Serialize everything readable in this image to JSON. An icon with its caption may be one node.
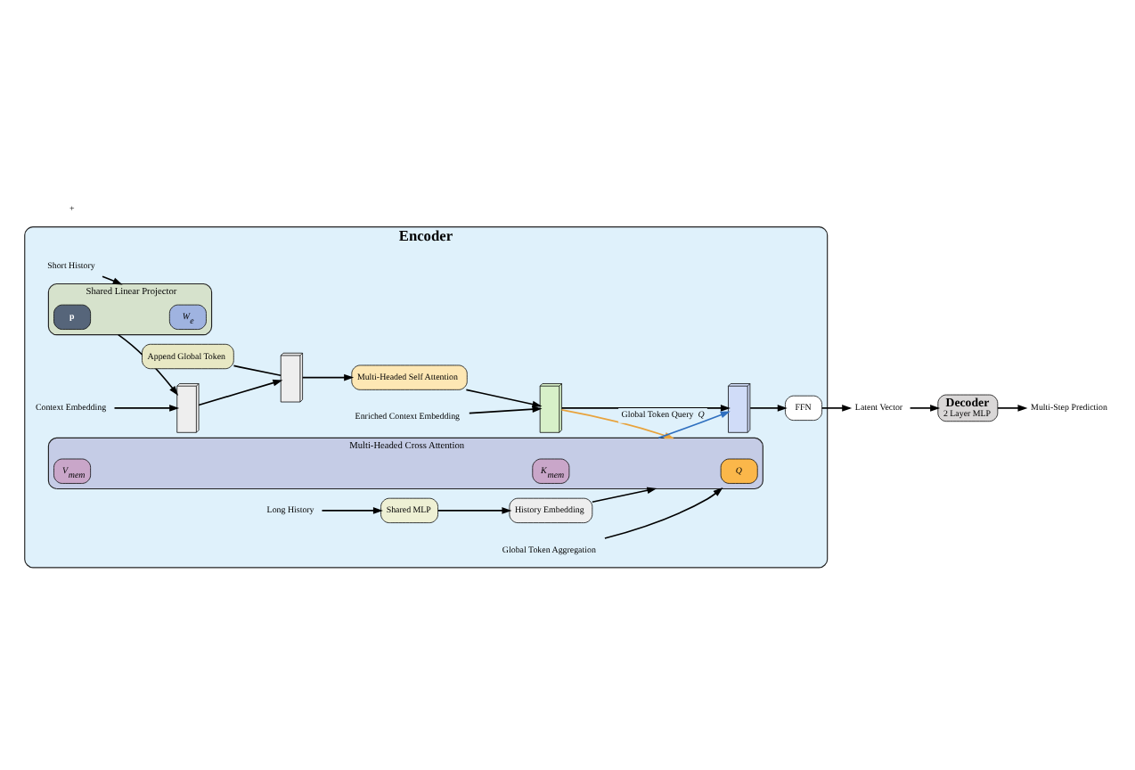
{
  "diagram": {
    "nodes": [
      {
        "text": [
          "Encoder"
        ]
      },
      {
        "text": [
          "Short History"
        ],
        "in": 0
      },
      {
        "text": [
          "Shared Linear Projector"
        ],
        "in": 0
      },
      {
        "text": [
          "W$_{e}$"
        ],
        "in": 2
      },
      {
        "text": [
          "p"
        ],
        "in": 2
      },
      {
        "text": [
          "Context Embedding"
        ],
        "in": 0
      },
      {
        "text": [],
        "shape": "bar",
        "in": 0
      },
      {
        "text": [],
        "shape": "bar",
        "in": 0
      },
      {
        "text": [
          "Append Global Token"
        ],
        "in": 0
      },
      {
        "text": [
          "Multi-Headed Self Attention"
        ],
        "in": 0
      },
      {
        "text": [],
        "shape": "bar",
        "in": 0
      },
      {
        "text": [
          "Enriched Context Embedding"
        ],
        "in": 0
      },
      {
        "text": [],
        "shape": "bar",
        "in": 0
      },
      {
        "text": [
          "FFN"
        ],
        "in": 0
      },
      {
        "text": [
          "Long History"
        ],
        "in": 0
      },
      {
        "text": [
          "Shared MLP"
        ],
        "in": 0
      },
      {
        "text": [
          "History Embedding"
        ],
        "in": 0
      },
      {
        "text": [
          "Multi-Headed Cross Attention"
        ],
        "in": 0
      },
      {
        "text": [
          "Q"
        ],
        "in": 17
      },
      {
        "text": [
          "V$_{mem}$"
        ],
        "in": 17
      },
      {
        "text": [
          "K$_{mem}$"
        ],
        "in": 17
      },
      {
        "text": [
          "Global Token Aggregation"
        ],
        "in": 0
      },
      {
        "text": [
          "Latent Vector"
        ]
      },
      {
        "text": [
          "Decoder",
          "2 Layer MLP"
        ]
      },
      {
        "text": [
          "Multi-Step Prediction"
        ]
      }
    ],
    "edges": [
      {
        "from": 1,
        "to": 2,
        "arrow": "to"
      },
      {
        "from": 2,
        "to": 6,
        "arrow": "to"
      },
      {
        "from": 5,
        "to": 6,
        "arrow": "to"
      },
      {
        "from": 6,
        "to": 7,
        "arrow": "to"
      },
      {
        "from": 8,
        "to": 7,
        "arrow": "none"
      },
      {
        "from": 7,
        "to": 9,
        "arrow": "to"
      },
      {
        "from": 9,
        "to": 10,
        "arrow": "to"
      },
      {
        "from": 10,
        "to": 12,
        "arrow": "to"
      },
      {
        "from": 11,
        "to": 10,
        "arrow": "to"
      },
      {
        "from": 10,
        "to": 17,
        "arrow": "to",
        "label": "Global Token Query *Q*",
        "color": "#e8a33c"
      },
      {
        "from": 14,
        "to": 15,
        "arrow": "to"
      },
      {
        "from": 15,
        "to": 16,
        "arrow": "to"
      },
      {
        "from": 16,
        "to": 17,
        "arrow": "to"
      },
      {
        "from": 17,
        "to": 12,
        "arrow": "to",
        "color": "#2f6fbf"
      },
      {
        "from": 21,
        "to": 17,
        "arrow": "to"
      },
      {
        "from": 12,
        "to": 13,
        "arrow": "to"
      },
      {
        "from": 13,
        "to": 22,
        "arrow": "to"
      },
      {
        "from": 22,
        "to": 23,
        "arrow": "to"
      },
      {
        "from": 23,
        "to": 24,
        "arrow": "to"
      }
    ],
    "labels": [
      "+"
    ]
  }
}
